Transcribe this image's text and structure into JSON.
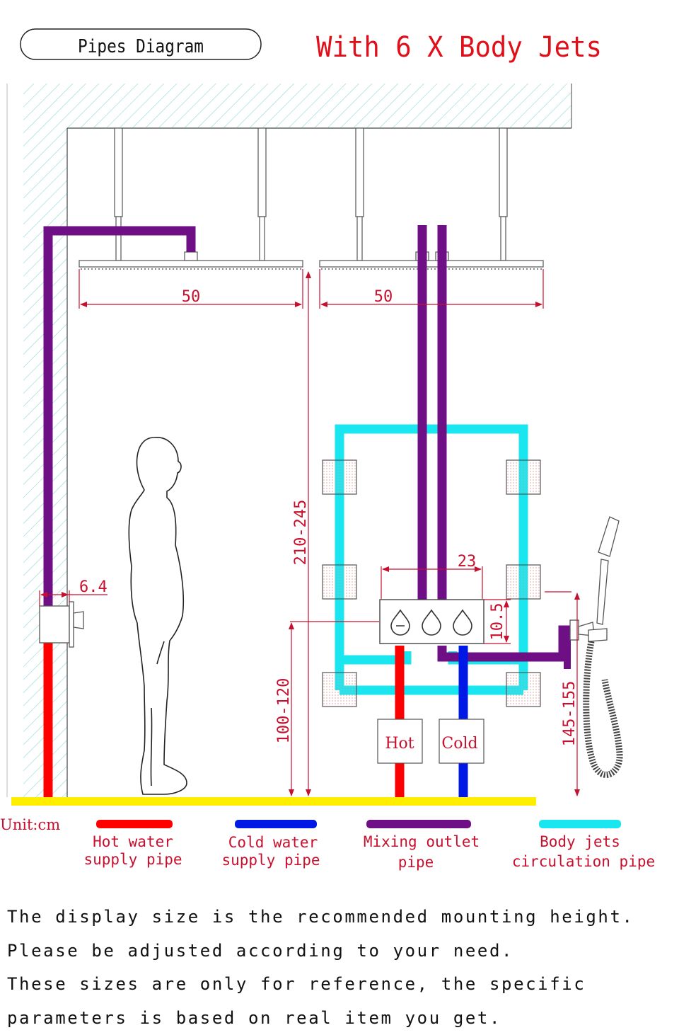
{
  "title_box": "Pipes Diagram",
  "heading": "With 6 X Body Jets",
  "dimensions": {
    "rain_left_width": "50",
    "rain_right_width": "50",
    "valve_width": "23",
    "valve_height": "10.5",
    "diverter_offset": "6.4",
    "rain_height": "210-245",
    "valve_mount_height": "100-120",
    "handheld_height": "145-155"
  },
  "valve_labels": {
    "hot": "Hot",
    "cold": "Cold"
  },
  "unit": "Unit:cm",
  "legend": [
    {
      "color": "#ff0000",
      "line1": "Hot water",
      "line2": "supply pipe"
    },
    {
      "color": "#0018e6",
      "line1": "Cold water",
      "line2": "supply pipe"
    },
    {
      "color": "#6e0f86",
      "line1": "Mixing outlet",
      "line2": "pipe"
    },
    {
      "color": "#19e6ee",
      "line1": "Body jets",
      "line2": "circulation pipe"
    }
  ],
  "colors": {
    "hot": "#ff0000",
    "cold": "#0018e6",
    "mixing": "#6e0f86",
    "body_jets": "#19e6ee",
    "floor": "#ffee00",
    "dimension": "#c8102e"
  },
  "notes": [
    "The display size is the recommended mounting height.",
    "Please be adjusted according to your need.",
    "These sizes are only for reference, the specific",
    "parameters is based on real item you get."
  ]
}
